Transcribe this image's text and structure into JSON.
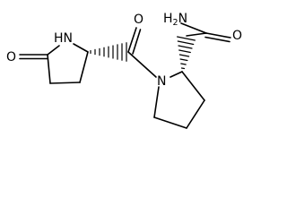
{
  "atoms": {
    "ring_oxygen": "O",
    "ring_nh": "HN",
    "amide_carbonyl_oxygen": "O",
    "ring_nitrogen": "N",
    "terminal_amide_h": "H",
    "terminal_amide_h_count": "2",
    "terminal_amide_n": "N",
    "terminal_amide_oxygen": "O"
  },
  "colors": {
    "bond": "#000000",
    "label": "#000000",
    "background": "#ffffff"
  }
}
